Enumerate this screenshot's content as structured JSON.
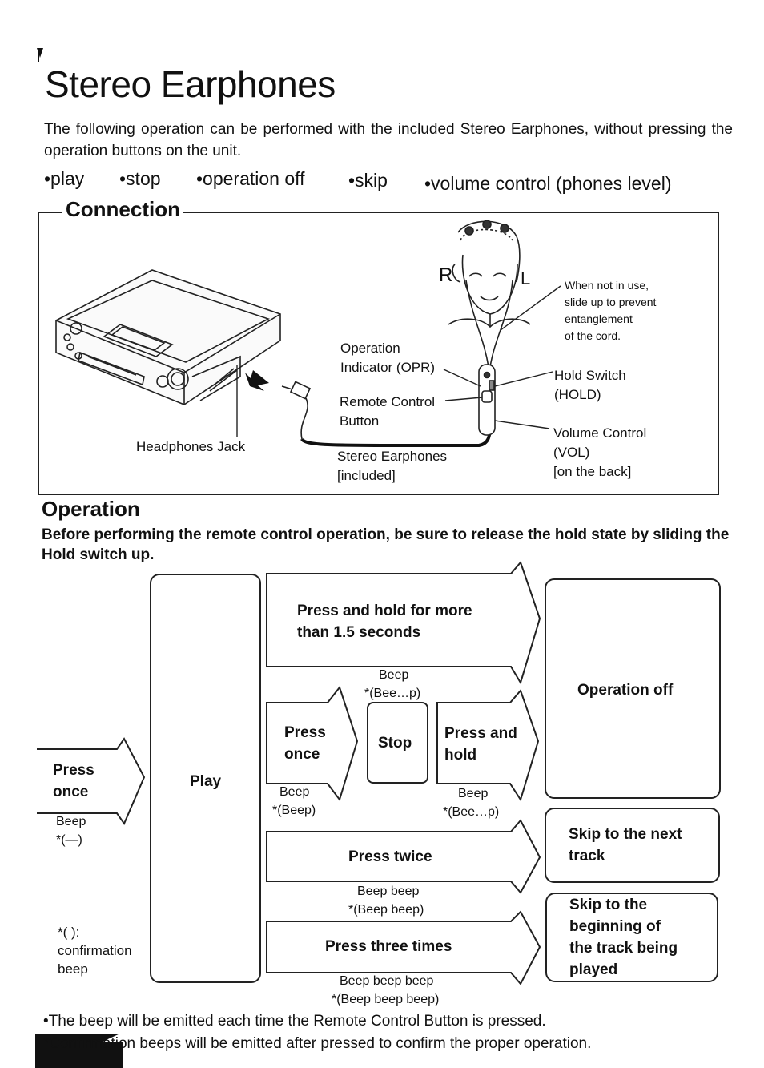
{
  "title": "Stereo Earphones",
  "intro": "The following operation can be performed with the included Stereo Earphones, without pressing the operation buttons on the unit.",
  "bullets": [
    "•play",
    "•stop",
    "•operation off",
    "•skip",
    "•volume control (phones level)"
  ],
  "connection": {
    "heading": "Connection",
    "headphones_jack": "Headphones Jack",
    "r_label": "R",
    "l_label": "L",
    "cord_note": [
      "When not in use,",
      "slide up to prevent",
      "entanglement",
      "of the cord."
    ],
    "opr": [
      "Operation",
      "Indicator (OPR)"
    ],
    "remote_button": [
      "Remote Control",
      "Button"
    ],
    "earphones": [
      "Stereo Earphones",
      "[included]"
    ],
    "hold_switch": [
      "Hold Switch",
      "(HOLD)"
    ],
    "volume_control": [
      "Volume Control",
      "(VOL)",
      "[on the back]"
    ]
  },
  "operation": {
    "heading": "Operation",
    "warning": "Before performing the remote control operation, be sure to release the hold state by sliding the Hold switch up.",
    "press_once_left": [
      "Press",
      "once"
    ],
    "beep_left": [
      "Beep",
      "*(—)"
    ],
    "legend": [
      "*(  ):",
      "confirmation",
      "beep"
    ],
    "play": "Play",
    "hold_long": [
      "Press and hold for more",
      "than 1.5 seconds"
    ],
    "hold_long_beep": [
      "Beep",
      "*(Bee…p)"
    ],
    "press_once_mid": [
      "Press",
      "once"
    ],
    "press_once_mid_beep": [
      "Beep",
      "*(Beep)"
    ],
    "stop": "Stop",
    "press_hold": [
      "Press and",
      "hold"
    ],
    "press_hold_beep": [
      "Beep",
      "*(Bee…p)"
    ],
    "operation_off": "Operation off",
    "press_twice": "Press twice",
    "press_twice_beep": [
      "Beep beep",
      "*(Beep beep)"
    ],
    "skip_next": [
      "Skip to the next",
      "track"
    ],
    "press_three": "Press three times",
    "press_three_beep": [
      "Beep beep beep",
      "*(Beep beep beep)"
    ],
    "skip_begin": [
      "Skip to the",
      "beginning of",
      "the track being",
      "played"
    ]
  },
  "footnotes": [
    "•The beep will be emitted each time the Remote Control Button is pressed.",
    "*Confirmation beeps will be emitted after pressed to confirm the proper operation."
  ]
}
